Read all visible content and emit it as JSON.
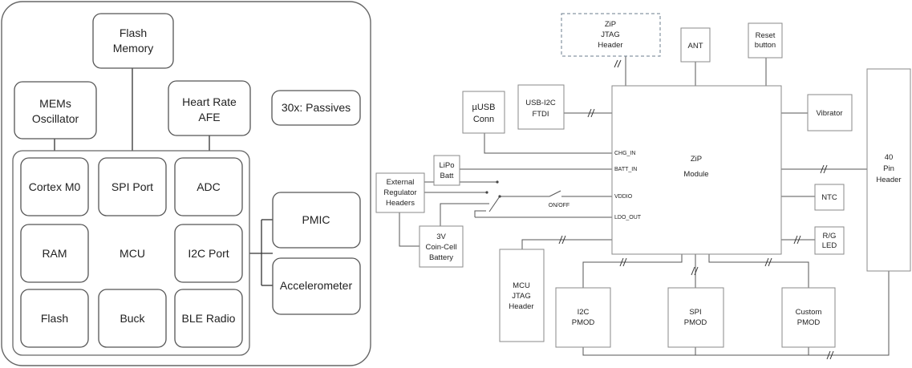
{
  "left": {
    "flash_memory": [
      "Flash",
      "Memory"
    ],
    "mems_oscillator": [
      "MEMs",
      "Oscillator"
    ],
    "heart_rate_afe": [
      "Heart Rate",
      "AFE"
    ],
    "passives": "30x: Passives",
    "cortex_m0": "Cortex M0",
    "spi_port": "SPI Port",
    "adc": "ADC",
    "ram": "RAM",
    "mcu": "MCU",
    "i2c_port": "I2C Port",
    "flash": "Flash",
    "buck": "Buck",
    "ble_radio": "BLE Radio",
    "pmic": "PMIC",
    "accelerometer": "Accelerometer"
  },
  "right": {
    "zip_jtag_header": [
      "ZiP",
      "JTAG",
      "Header"
    ],
    "ant": "ANT",
    "reset_button": [
      "Reset",
      "button"
    ],
    "usb_conn": [
      "µUSB",
      "Conn"
    ],
    "usb_i2c_ftdi": [
      "USB-I2C",
      "FTDI"
    ],
    "zip_module": [
      "ZiP",
      "Module"
    ],
    "vibrator": "Vibrator",
    "lipo_batt": [
      "LiPo",
      "Batt"
    ],
    "external_regulator_headers": [
      "External",
      "Regulator",
      "Headers"
    ],
    "coin_cell_battery": [
      "3V",
      "Coin-Cell",
      "Battery"
    ],
    "on_off": "ON/OFF",
    "pin_header": [
      "40",
      "Pin",
      "Header"
    ],
    "ntc": "NTC",
    "rg_led": [
      "R/G",
      "LED"
    ],
    "mcu_jtag_header": [
      "MCU",
      "JTAG",
      "Header"
    ],
    "i2c_pmod": [
      "I2C",
      "PMOD"
    ],
    "spi_pmod": [
      "SPI",
      "PMOD"
    ],
    "custom_pmod": [
      "Custom",
      "PMOD"
    ],
    "pins": {
      "chg_in": "CHG_IN",
      "batt_in": "BATT_IN",
      "vddio": "VDDIO",
      "ldo_out": "LDO_OUT"
    }
  }
}
